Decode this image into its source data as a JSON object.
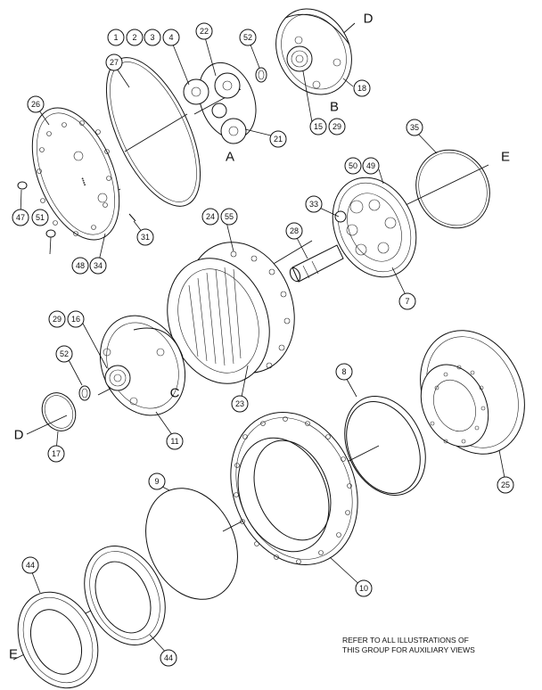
{
  "callouts": [
    "1",
    "2",
    "3",
    "4",
    "22",
    "52",
    "18",
    "15",
    "29",
    "27",
    "21",
    "26",
    "47",
    "51",
    "31",
    "48",
    "34",
    "35",
    "50",
    "49",
    "33",
    "24",
    "55",
    "28",
    "7",
    "29",
    "16",
    "52",
    "23",
    "11",
    "17",
    "8",
    "9",
    "25",
    "10",
    "44",
    "44"
  ],
  "section_letters": [
    "D",
    "B",
    "A",
    "E",
    "C",
    "D",
    "E"
  ],
  "note": {
    "line1": "REFER TO ALL ILLUSTRATIONS OF",
    "line2": "THIS GROUP FOR AUXILIARY VIEWS"
  },
  "colors": {
    "line": "#111111",
    "background": "#ffffff"
  }
}
